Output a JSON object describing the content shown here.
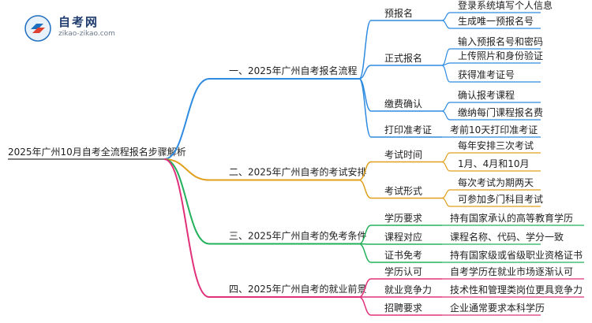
{
  "logo": {
    "title": "自考网",
    "url": "zikao-zikao.com"
  },
  "root": "2025年广州10月自考全流程报名步骤解析",
  "branches": [
    {
      "label": "一、2025年广州自考报名流程",
      "color": "#2f8be0",
      "children": [
        {
          "label": "预报名",
          "leaves": [
            "登录系统填写个人信息",
            "生成唯一预报名号"
          ]
        },
        {
          "label": "正式报名",
          "leaves": [
            "输入预报名号和密码",
            "上传照片和身份验证",
            "获得准考证号"
          ]
        },
        {
          "label": "缴费确认",
          "leaves": [
            "确认报考课程",
            "缴纳每门课程报名费"
          ]
        },
        {
          "label": "打印准考证",
          "leaves": [
            "考前10天打印准考证"
          ]
        }
      ]
    },
    {
      "label": "二、2025年广州自考的考试安排",
      "color": "#e0a01c",
      "children": [
        {
          "label": "考试时间",
          "leaves": [
            "每年安排三次考试",
            "1月、4月和10月"
          ]
        },
        {
          "label": "考试形式",
          "leaves": [
            "每次考试为期两天",
            "可参加多门科目考试"
          ]
        }
      ]
    },
    {
      "label": "三、2025年广州自考的免考条件",
      "color": "#22b05a",
      "children": [
        {
          "label": "学历要求",
          "leaves": [
            "持有国家承认的高等教育学历"
          ]
        },
        {
          "label": "课程对应",
          "leaves": [
            "课程名称、代码、学分一致"
          ]
        },
        {
          "label": "证书免考",
          "leaves": [
            "持有国家级或省级职业资格证书"
          ]
        }
      ]
    },
    {
      "label": "四、2025年广州自考的就业前景",
      "color": "#e0307a",
      "children": [
        {
          "label": "学历认可",
          "leaves": [
            "自考学历在就业市场逐渐认可"
          ]
        },
        {
          "label": "就业竞争力",
          "leaves": [
            "技术性和管理类岗位更具竞争力"
          ]
        },
        {
          "label": "招聘要求",
          "leaves": [
            "企业通常要求本科学历"
          ]
        }
      ]
    }
  ]
}
